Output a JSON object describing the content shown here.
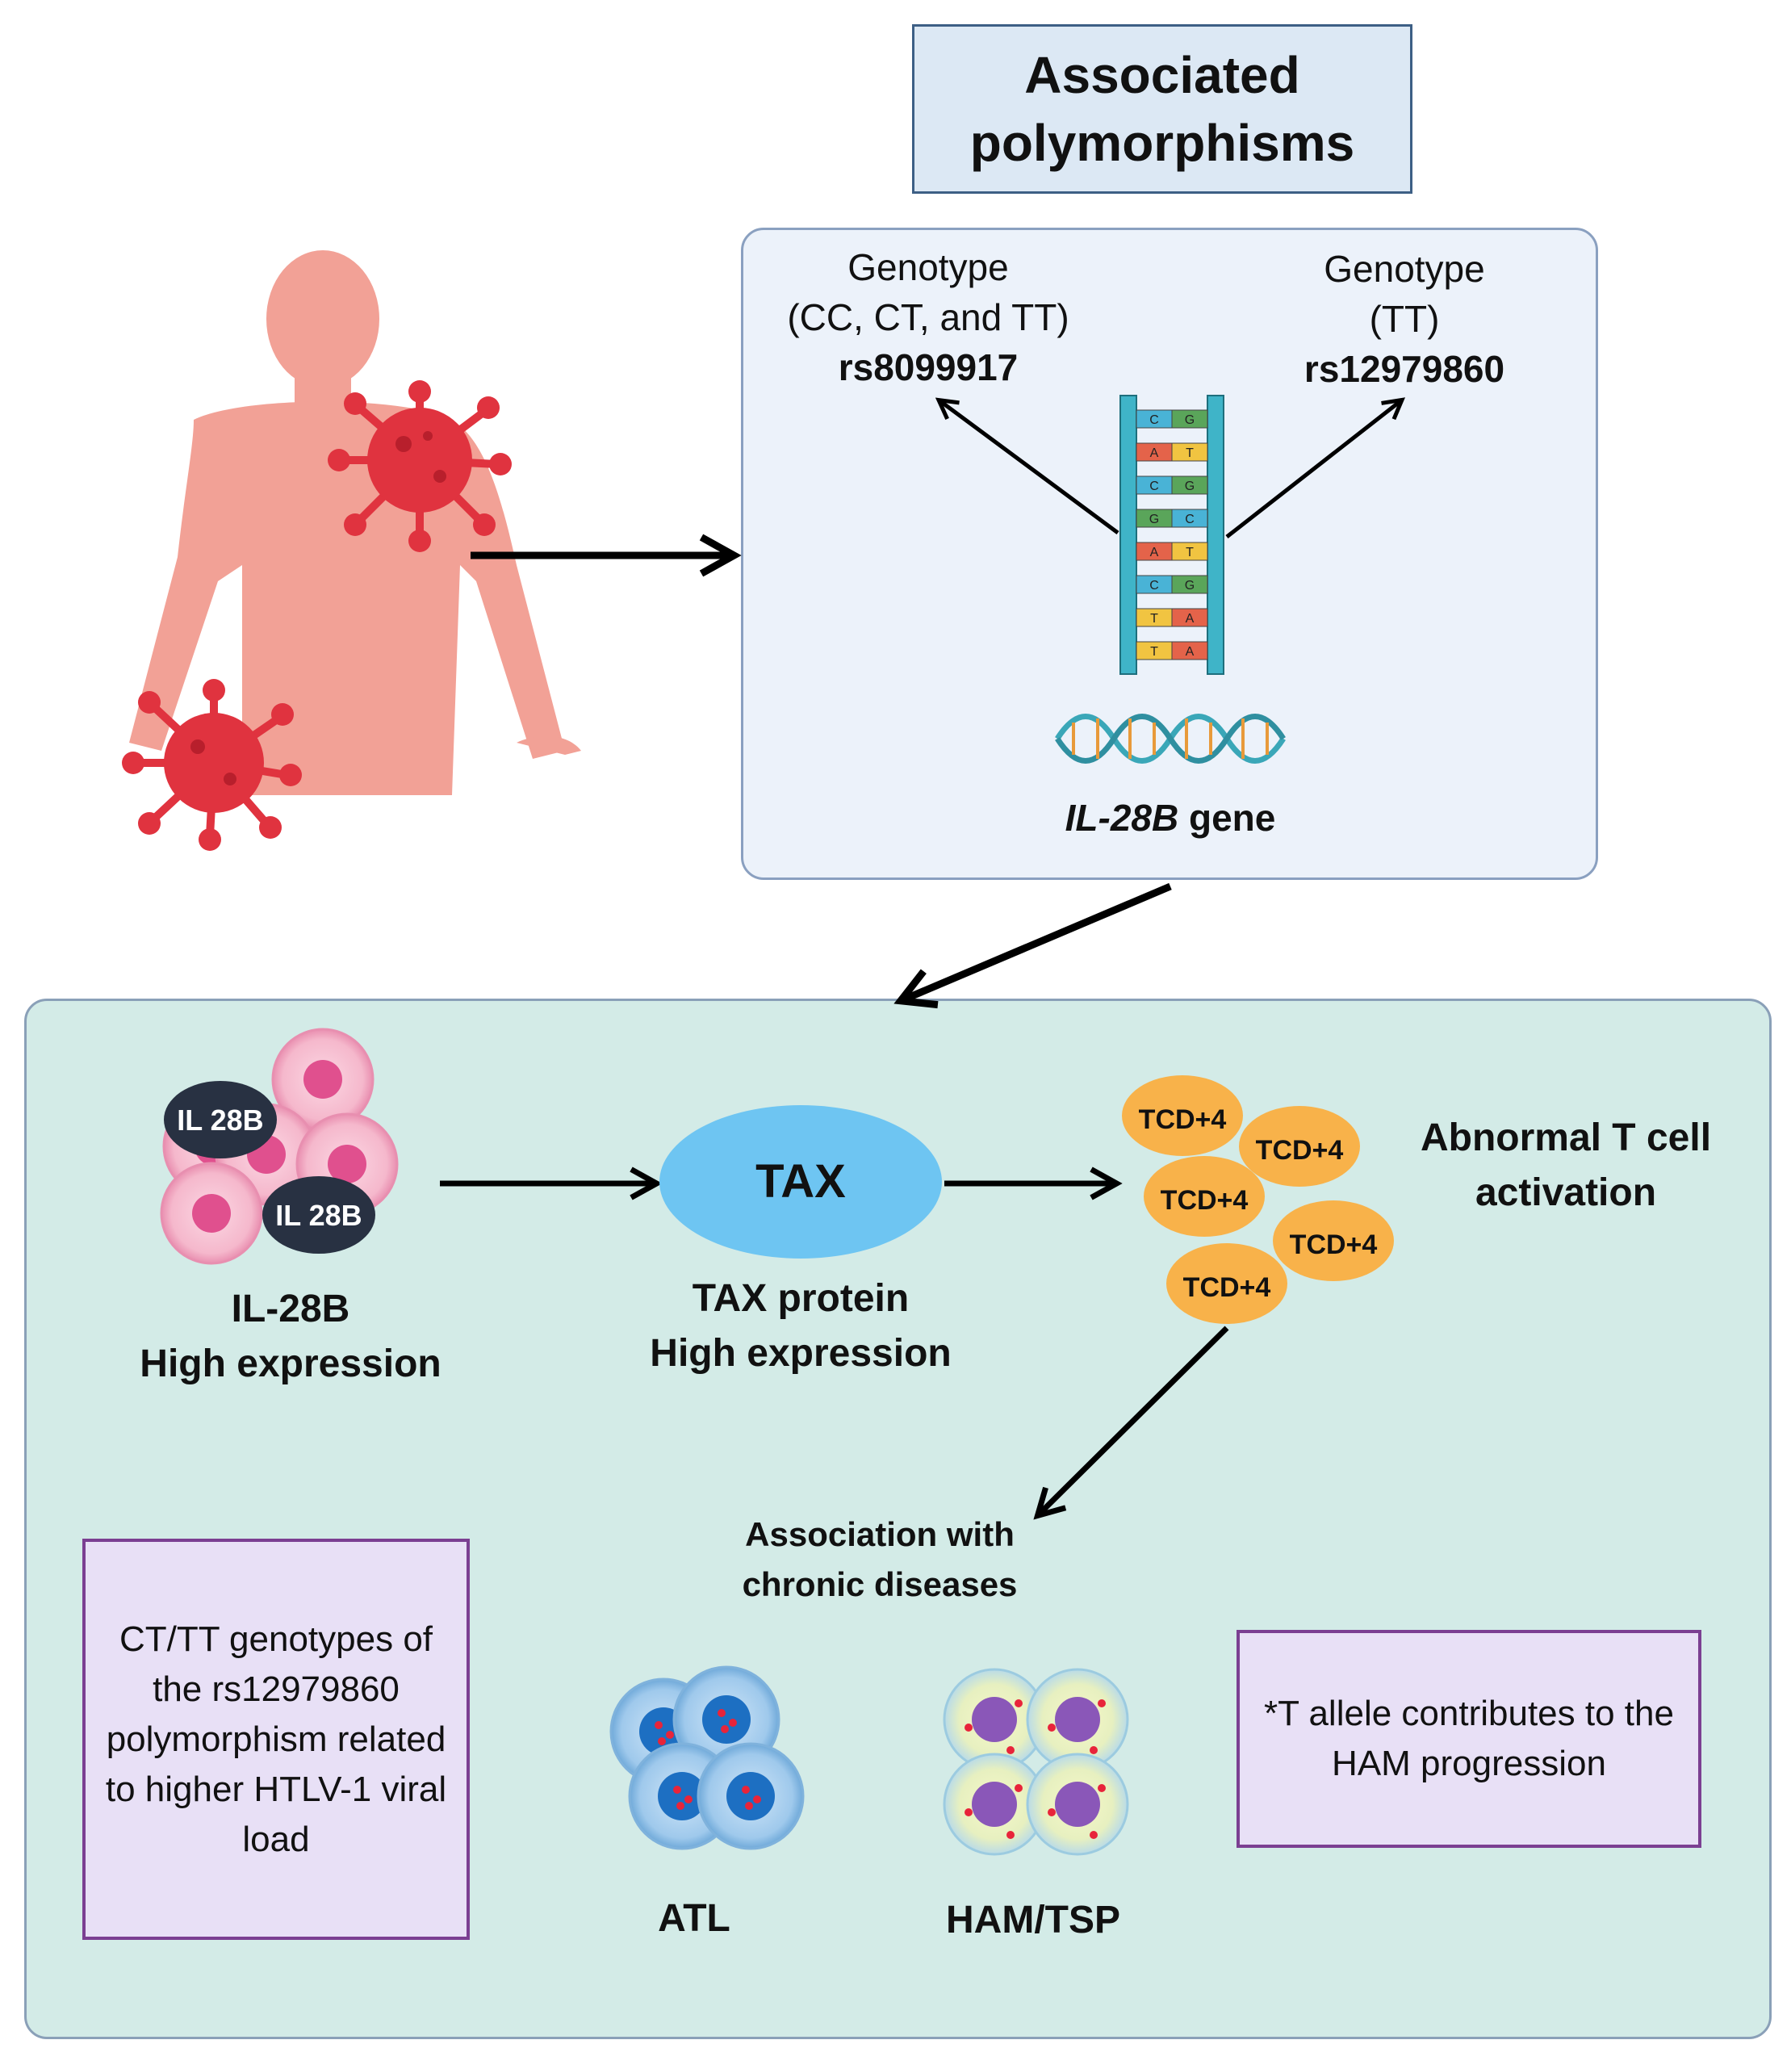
{
  "title": "Associated polymorphisms",
  "gene_panel": {
    "left": {
      "line1": "Genotype",
      "line2": "(CC, CT, and TT)",
      "snp": "rs8099917"
    },
    "right": {
      "line1": "Genotype",
      "line2": "(TT)",
      "snp": "rs12979860"
    },
    "gene_name": "IL-28B",
    "gene_suffix": " gene",
    "bases_left": [
      "C",
      "A",
      "C",
      "G",
      "A",
      "C",
      "T",
      "T"
    ],
    "bases_right": [
      "G",
      "T",
      "G",
      "C",
      "T",
      "G",
      "A",
      "A"
    ]
  },
  "flow": {
    "cell_badge": "IL 28B",
    "il28b_label": {
      "line1": "IL-28B",
      "line2": "High expression"
    },
    "tax_label": "TAX",
    "tax_caption": {
      "line1": "TAX protein",
      "line2": "High expression"
    },
    "tcell_badge": "TCD+4",
    "tcell_caption": {
      "line1": "Abnormal T cell",
      "line2": "activation"
    },
    "disease_caption": {
      "line1": "Association with",
      "line2": "chronic diseases"
    },
    "atl_label": "ATL",
    "ham_label": "HAM/TSP"
  },
  "notes": {
    "left": "CT/TT genotypes of the rs12979860 polymorphism related to higher HTLV-1 viral load",
    "right": "*T allele contributes to the HAM progression"
  },
  "colors": {
    "virus": "#e0333f",
    "body": "#f2a196",
    "tax": "#6ec5f2",
    "tcell": "#f8b24a",
    "badge": "#283142"
  }
}
